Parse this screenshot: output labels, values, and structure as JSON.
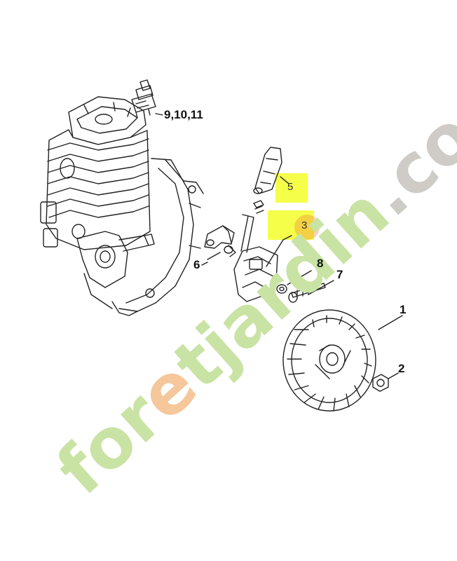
{
  "diagram": {
    "callouts": {
      "c1": "1",
      "c2": "2",
      "c3": "3",
      "c5": "5",
      "c6": "6",
      "c7": "7",
      "c8": "8",
      "c9": "9,10,11"
    }
  },
  "watermark": {
    "text": "foretjardin.com",
    "colors": {
      "green": "#c9e3a4",
      "orange": "#f5c79a",
      "gray": "#cfcbc6"
    }
  },
  "colors": {
    "highlight": "#f4ff3a",
    "marker": "#f07a3a",
    "line": "#222222"
  }
}
